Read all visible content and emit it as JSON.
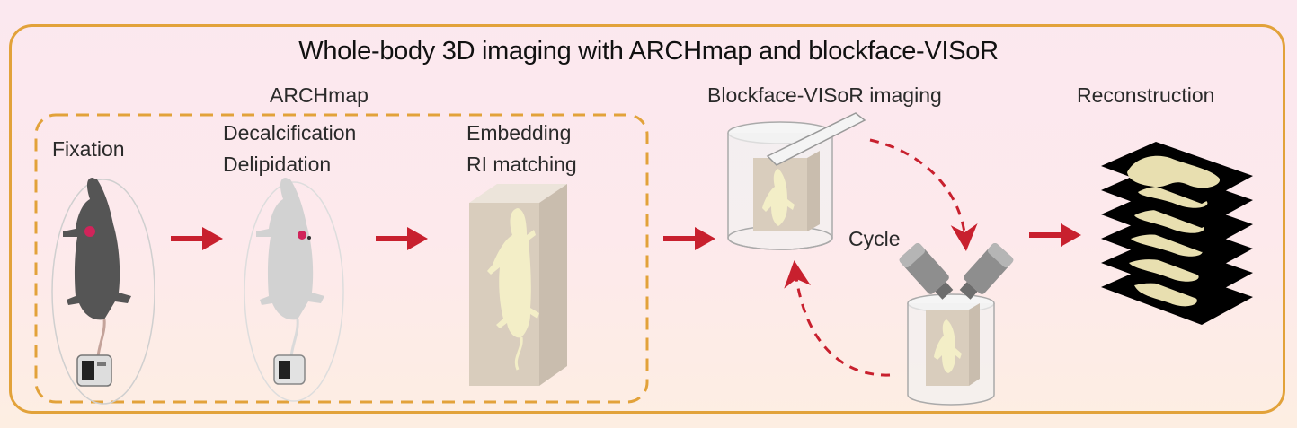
{
  "title": "Whole-body 3D imaging with ARCHmap and blockface-VISoR",
  "labels": {
    "archmap": "ARCHmap",
    "fixation": "Fixation",
    "decalcification": "Decalcification",
    "delipidation": "Delipidation",
    "embedding": "Embedding",
    "ri_matching": "RI matching",
    "blockface": "Blockface-VISoR imaging",
    "reconstruction": "Reconstruction",
    "cycle": "Cycle"
  },
  "colors": {
    "frame": "#e2a23a",
    "arrow": "#c8202e",
    "mouse_fixed": "#555555",
    "mouse_cleared": "#d2d2d2",
    "block": "#d9cdbd",
    "specimen": "#f3eec7",
    "slice": "#000000"
  }
}
